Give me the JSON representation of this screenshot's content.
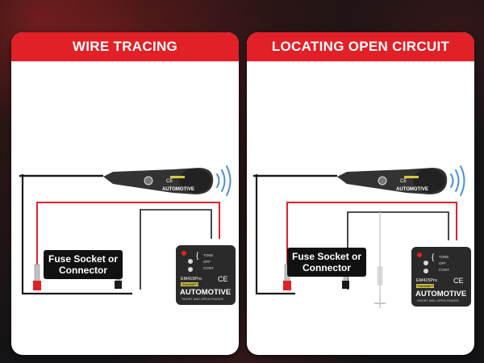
{
  "panels": [
    {
      "title": "WIRE TRACING",
      "label": [
        "Fuse Socket or",
        "Connector"
      ]
    },
    {
      "title": "LOCATING OPEN CIRCUIT",
      "label": [
        "Fuse Socket or",
        "Connector"
      ]
    }
  ],
  "device": {
    "brand": "EM415Pro",
    "tag": "TRANSMITTER",
    "name": "AUTOMOTIVE",
    "sub": "SHORT AND OPEN FINDER",
    "switch_labels": [
      "TONE",
      "OFF",
      "CONT"
    ],
    "ce": "CE"
  },
  "probe": {
    "name": "AUTOMOTIVE",
    "ce": "CE"
  },
  "colors": {
    "accent": "#e12028",
    "wire_red": "#e12028",
    "wire_black": "#1a1a1a",
    "signal_blue": "#4a8fd4"
  }
}
